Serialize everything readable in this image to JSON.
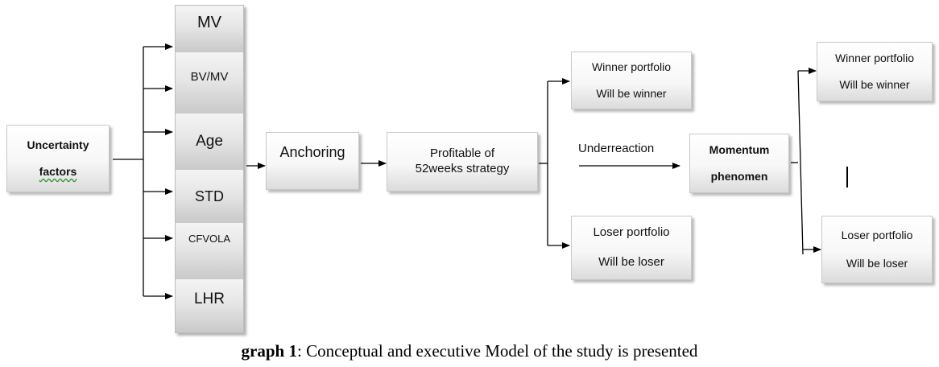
{
  "factors": [
    "MV",
    "BV/MV",
    "Age",
    "STD",
    "CFVOLA",
    "LHR"
  ],
  "uncertainty": {
    "line1": "Uncertainty",
    "line2": "factors"
  },
  "anchoring": "Anchoring",
  "profitable": {
    "line1": "Profitable of",
    "line2": "52weeks strategy"
  },
  "underreaction": "Underreaction",
  "momentum": {
    "line1": "Momentum",
    "line2": "phenomen"
  },
  "winner_portfolio": {
    "line1": "Winner portfolio",
    "line2": "Will be winner"
  },
  "loser_portfolio": {
    "line1": "Loser portfolio",
    "line2": "Will be loser"
  },
  "caption": {
    "label": "graph 1",
    "text": ": Conceptual and executive Model of the study is presented"
  }
}
